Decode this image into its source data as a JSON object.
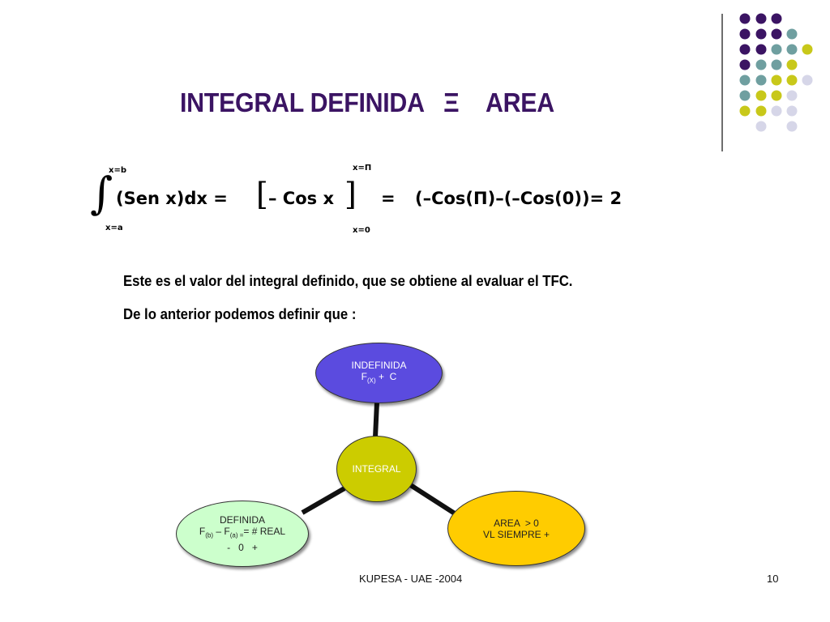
{
  "slide": {
    "title": "INTEGRAL DEFINIDA   Ξ    AREA",
    "palette": {
      "purple": "#3b1463",
      "teal": "#6f9fa0",
      "yellow": "#c8c81a",
      "lavender": "#d6d6e8"
    },
    "equation": {
      "integral_symbol": "∫",
      "upper_limit": "x=b",
      "lower_limit": "x=a",
      "integrand": "(Sen x)dx =",
      "bracket_open": "[",
      "bracket_content": "– Cos x",
      "bracket_close": "]",
      "eval_upper": "x=Π",
      "eval_lower": "x=0",
      "equals": "=",
      "result": "(–Cos(Π)–(–Cos(0))= 2"
    },
    "body": {
      "line1": "Este es el valor del integral definido, que se obtiene al evaluar el TFC.",
      "line2": "De lo anterior podemos definir que :"
    },
    "diagram": {
      "center": {
        "label": "INTEGRAL"
      },
      "top": {
        "line1": "INDEFINIDA",
        "line2_pre": "F",
        "line2_sub": "(X)",
        "line2_post": " +  C"
      },
      "right": {
        "line1": "AREA  > 0",
        "line2": "VL SIEMPRE +"
      },
      "left": {
        "line1": "DEFINIDA",
        "line2_a": "F",
        "line2_sub_a": "(b)",
        "line2_b": " – F",
        "line2_sub_b": "(a) =",
        "line2_c": "= # REAL",
        "line3": "-   0   +"
      }
    },
    "footer": {
      "center": "KUPESA - UAE -2004",
      "page": "10"
    }
  }
}
